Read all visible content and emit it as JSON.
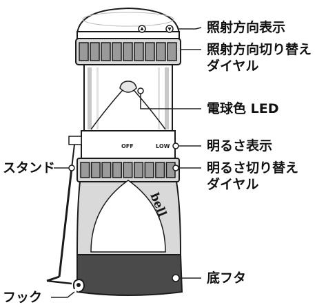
{
  "labels": {
    "direction_display": "照射方向表示",
    "direction_dial_line1": "照射方向切り替え",
    "direction_dial_line2": "ダイヤル",
    "bulb": "電球色 LED",
    "brightness_display": "明るさ表示",
    "brightness_dial_line1": "明るさ切り替え",
    "brightness_dial_line2": "ダイヤル",
    "bottom_cover": "底フタ",
    "stand": "スタンド",
    "hook": "フック"
  },
  "device": {
    "switch_off": "OFF",
    "switch_low": "LOW",
    "brand": "bell"
  },
  "colors": {
    "outline": "#1a1a1a",
    "body_fill": "#ffffff",
    "grey_light": "#d9d9d9",
    "grey_mid": "#9a9a9a",
    "base_dark": "#4a4a4a",
    "leader": "#222222"
  }
}
